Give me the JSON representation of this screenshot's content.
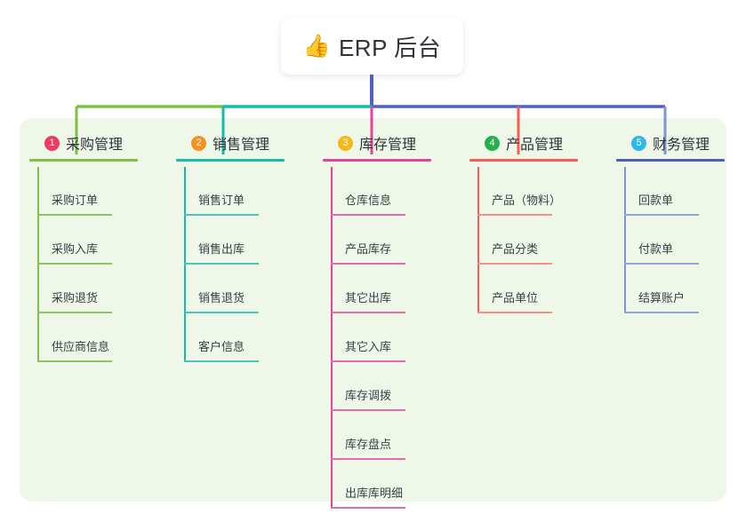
{
  "root": {
    "icon": "thumbs-up-icon",
    "emoji": "👍",
    "label": "ERP 后台"
  },
  "palette": {
    "panel_bg": "#eef7e8",
    "page_bg": "#ffffff",
    "text": "#2f3338",
    "trunk_left": "#7cc144",
    "trunk_mid": "#12bdae",
    "trunk_right": "#5160c8",
    "stem_root": "#5160c8"
  },
  "columns": [
    {
      "index": "1",
      "title": "采购管理",
      "badge_color": "#ef3a62",
      "rule_color": "#7cc144",
      "leaf_color": "#8cc363",
      "drop_color": "#7cc144",
      "leaves": [
        "采购订单",
        "采购入库",
        "采购退货",
        "供应商信息"
      ]
    },
    {
      "index": "2",
      "title": "销售管理",
      "badge_color": "#f59120",
      "rule_color": "#12bdae",
      "leaf_color": "#4cc6bd",
      "drop_color": "#12bdae",
      "leaves": [
        "销售订单",
        "销售出库",
        "销售退货",
        "客户信息"
      ]
    },
    {
      "index": "3",
      "title": "库存管理",
      "badge_color": "#f5b919",
      "rule_color": "#e7439b",
      "leaf_color": "#e56bab",
      "drop_color": "#e7439b",
      "leaves": [
        "仓库信息",
        "产品库存",
        "其它出库",
        "其它入库",
        "库存调拨",
        "库存盘点",
        "出库库明细"
      ]
    },
    {
      "index": "4",
      "title": "产品管理",
      "badge_color": "#22b14c",
      "rule_color": "#fb5b52",
      "leaf_color": "#f59189",
      "drop_color": "#fb5b52",
      "leaves": [
        "产品（物料）",
        "产品分类",
        "产品单位"
      ]
    },
    {
      "index": "5",
      "title": "财务管理",
      "badge_color": "#30b6e8",
      "rule_color": "#4a5fc1",
      "leaf_color": "#8ea5dd",
      "drop_color": "#7f96d6",
      "leaves": [
        "回款单",
        "付款单",
        "结算账户"
      ]
    }
  ]
}
